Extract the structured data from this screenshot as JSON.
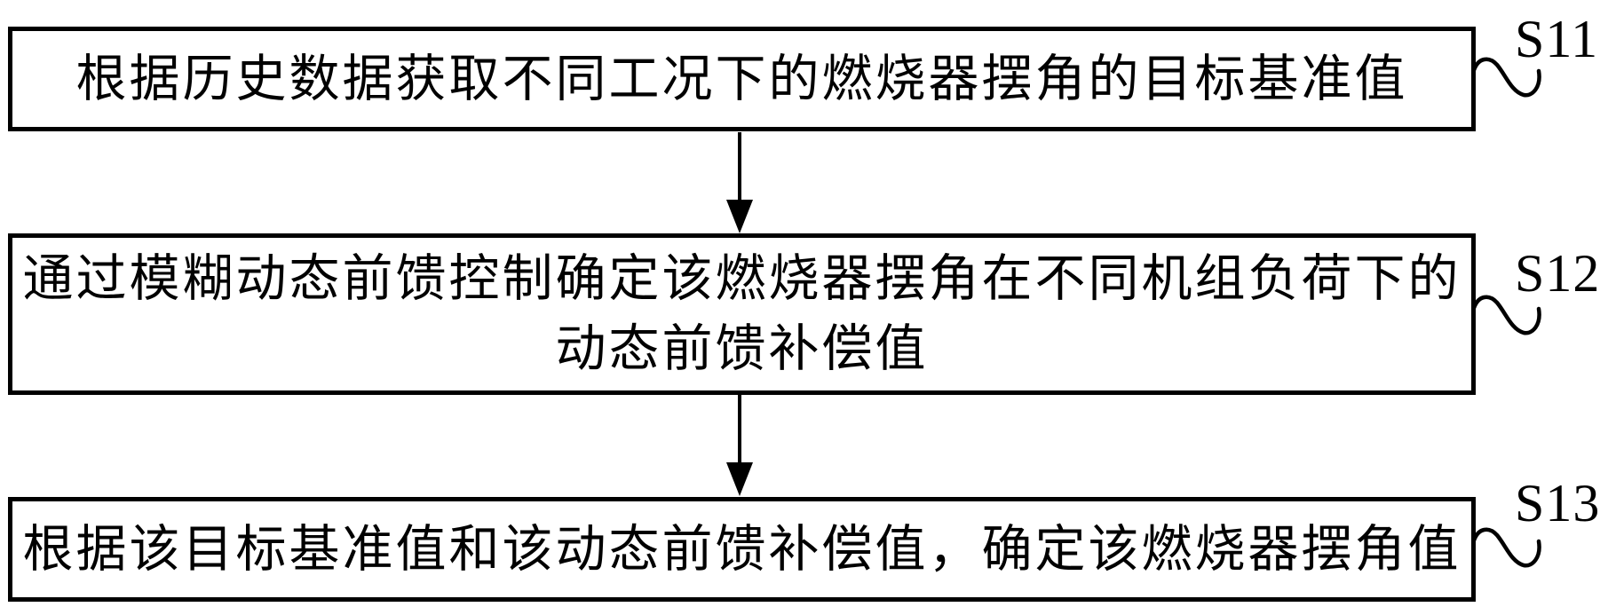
{
  "figure": {
    "type": "flowchart",
    "colors": {
      "stroke": "#000000",
      "background": "#ffffff"
    },
    "steps": [
      {
        "label": "S11",
        "lines": [
          "根据历史数据获取不同工况下的燃烧器摆角的目标基准值"
        ]
      },
      {
        "label": "S12",
        "lines": [
          "通过模糊动态前馈控制确定该燃烧器摆角在不同机组负荷下的",
          "动态前馈补偿值"
        ]
      },
      {
        "label": "S13",
        "lines": [
          "根据该目标基准值和该动态前馈补偿值，确定该燃烧器摆角值"
        ]
      }
    ]
  }
}
